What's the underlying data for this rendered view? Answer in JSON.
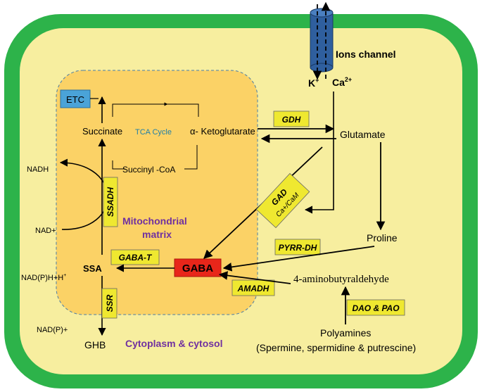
{
  "labels": {
    "ions_channel": "Ions channel",
    "k_ion": "K",
    "k_sup": "+",
    "ca_ion": "Ca",
    "ca_sup": "2+",
    "etc": "ETC",
    "succinate": "Succinate",
    "tca_cycle": "TCA Cycle",
    "alpha_ketoglutarate": "α- Ketoglutarate",
    "succinyl_coa": "Succinyl -CoA",
    "glutamate": "Glutamate",
    "nadh": "NADH",
    "nad_plus": "NAD+",
    "mito_line1": "Mitochondrial",
    "mito_line2": "matrix",
    "ssa": "SSA",
    "nadph_h": "NAD(P)H+H",
    "nadph_sup": "+",
    "nadp_plus": "NAD(P)+",
    "ghb": "GHB",
    "cytoplasm": "Cytoplasm & cytosol",
    "gaba": "GABA",
    "proline": "Proline",
    "aminobutyraldehyde": "4-aminobutyraldehyde",
    "polyamines": "Polyamines",
    "polyamines_detail": "(Spermine, spermidine & putrescine)"
  },
  "enzymes": {
    "gdh": "GDH",
    "ssadh": "SSADH",
    "gaba_t": "GABA-T",
    "ssr": "SSR",
    "gad": "GAD",
    "gad_cofactor": "Ca+/CaM",
    "pyrr_dh": "PYRR-DH",
    "amadh": "AMADH",
    "dao_pao": "DAO & PAO"
  },
  "colors": {
    "cell_wall": "#2db34a",
    "cytoplasm": "#f7ee9f",
    "matrix": "#fbd266",
    "enzyme_box": "#efe830",
    "gaba_box": "#e8261a",
    "etc_box": "#4aa3d8",
    "channel": "#2f5f9e",
    "title_purple": "#7030a0",
    "tca_blue": "#1f7fa8"
  }
}
